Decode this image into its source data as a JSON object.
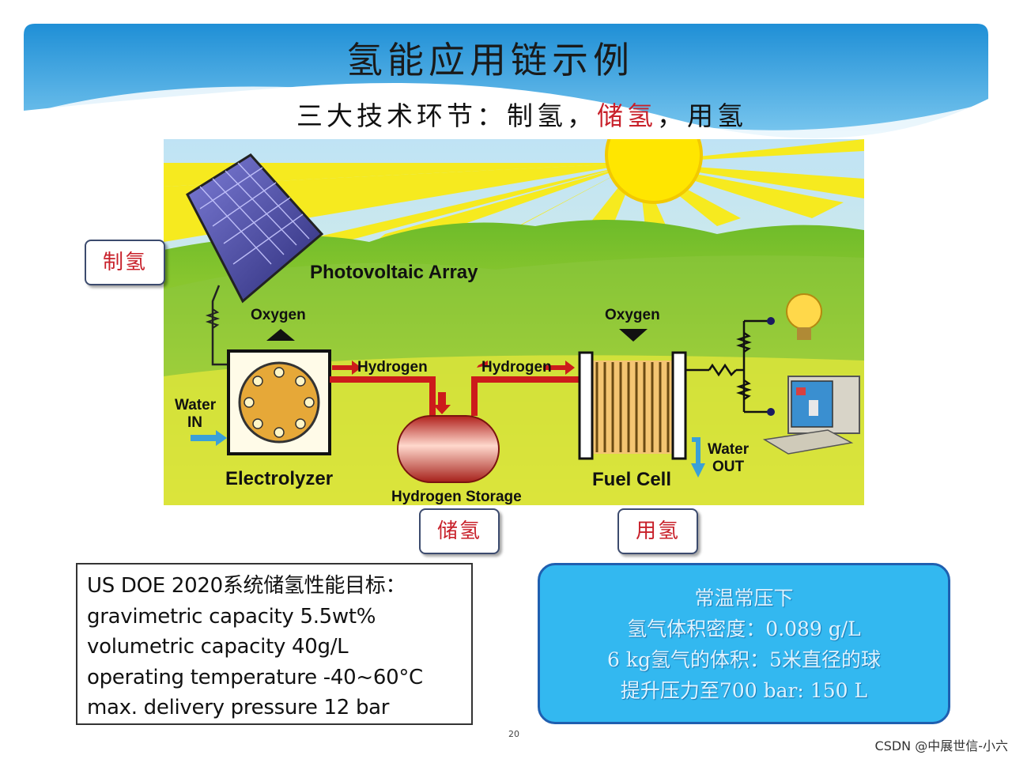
{
  "slide": {
    "title": "氢能应用链示例",
    "subtitle_prefix": "三大技术环节：制氢，",
    "subtitle_highlight": "储氢",
    "subtitle_suffix": "，用氢",
    "page_number": "20",
    "watermark": "CSDN @中展世信-小六"
  },
  "stages": {
    "produce": "制氢",
    "store": "储氢",
    "use": "用氢"
  },
  "diagram": {
    "photovoltaic": "Photovoltaic Array",
    "oxygen_left": "Oxygen",
    "oxygen_right": "Oxygen",
    "hydrogen_left": "Hydrogen",
    "hydrogen_right": "Hydrogen",
    "water_in_1": "Water",
    "water_in_2": "IN",
    "electrolyzer": "Electrolyzer",
    "storage": "Hydrogen Storage",
    "fuel_cell": "Fuel Cell",
    "water_out_1": "Water",
    "water_out_2": "OUT"
  },
  "doe_targets": {
    "heading": "US DOE 2020系统储氢性能目标：",
    "lines": [
      "gravimetric capacity 5.5wt%",
      "volumetric capacity 40g/L",
      "operating temperature -40~60°C",
      "max. delivery pressure 12 bar"
    ]
  },
  "facts": {
    "lines": [
      "常温常压下",
      "氢气体积密度：0.089 g/L",
      "6 kg氢气的体积：5米直径的球",
      "提升压力至700 bar: 150 L"
    ]
  },
  "colors": {
    "accent_red": "#c8202a",
    "facts_bg": "#33b8f0",
    "sky": "#9fd3ee",
    "grass": "#8cc63f",
    "sun": "#ffe600",
    "pipe": "#cc1b1b"
  }
}
